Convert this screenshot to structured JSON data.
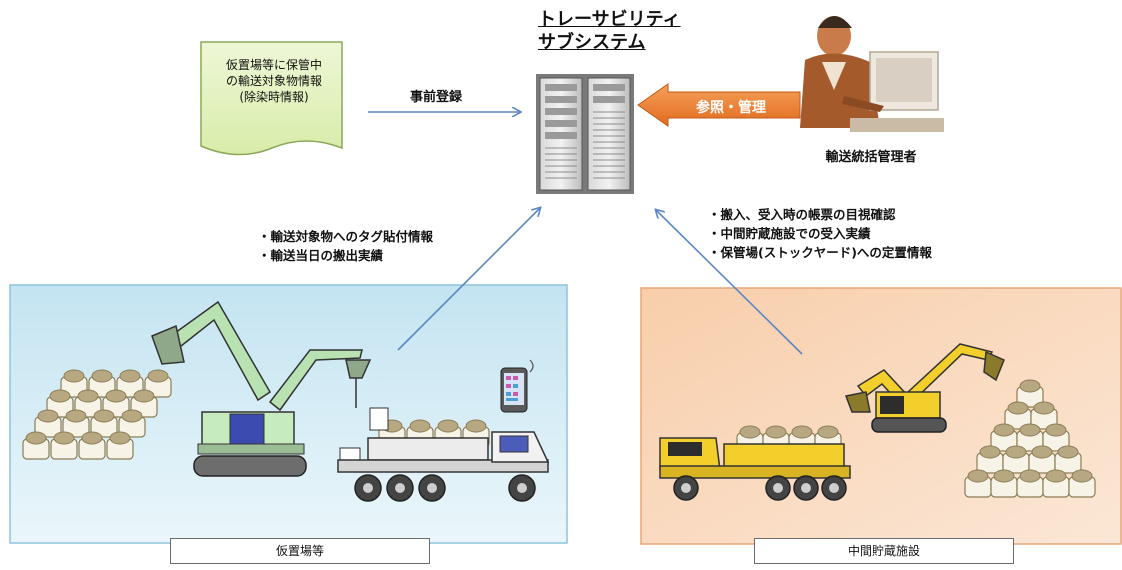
{
  "system": {
    "title_line1": "トレーサビリティ",
    "title_line2": "サブシステム"
  },
  "document": {
    "text_line1": "仮置場等に保管中",
    "text_line2": "の輸送対象物情報",
    "text_line3": "(除染時情報)"
  },
  "arrows": {
    "register_label": "事前登録",
    "reference_label": "参照・管理"
  },
  "manager": {
    "label": "輸送統括管理者"
  },
  "left_info": [
    "・輸送対象物へのタグ貼付情報",
    "・輸送当日の搬出実績"
  ],
  "right_info": [
    "・搬入、受入時の帳票の目視確認",
    "・中間貯蔵施設での受入実績",
    "・保管場(ストックヤード)への定置情報"
  ],
  "sites": {
    "left": "仮置場等",
    "right": "中間貯蔵施設"
  },
  "colors": {
    "left_panel": "#d6eef7",
    "right_panel": "#f9d9bc",
    "document": "#e6f3c5",
    "reference_arrow": "#f08a3e",
    "flow_arrow": "#5b87c5"
  }
}
